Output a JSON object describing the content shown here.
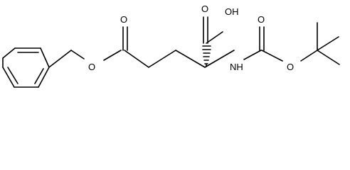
{
  "molecule": {
    "atom_labels": {
      "carboxyl_oh": "OH",
      "carboxyl_o_double": "O",
      "amide_nh": "NH",
      "boc_carbonyl_o": "O",
      "boc_ether_o": "O",
      "ester_carbonyl_o": "O",
      "ester_ether_o": "O"
    }
  }
}
